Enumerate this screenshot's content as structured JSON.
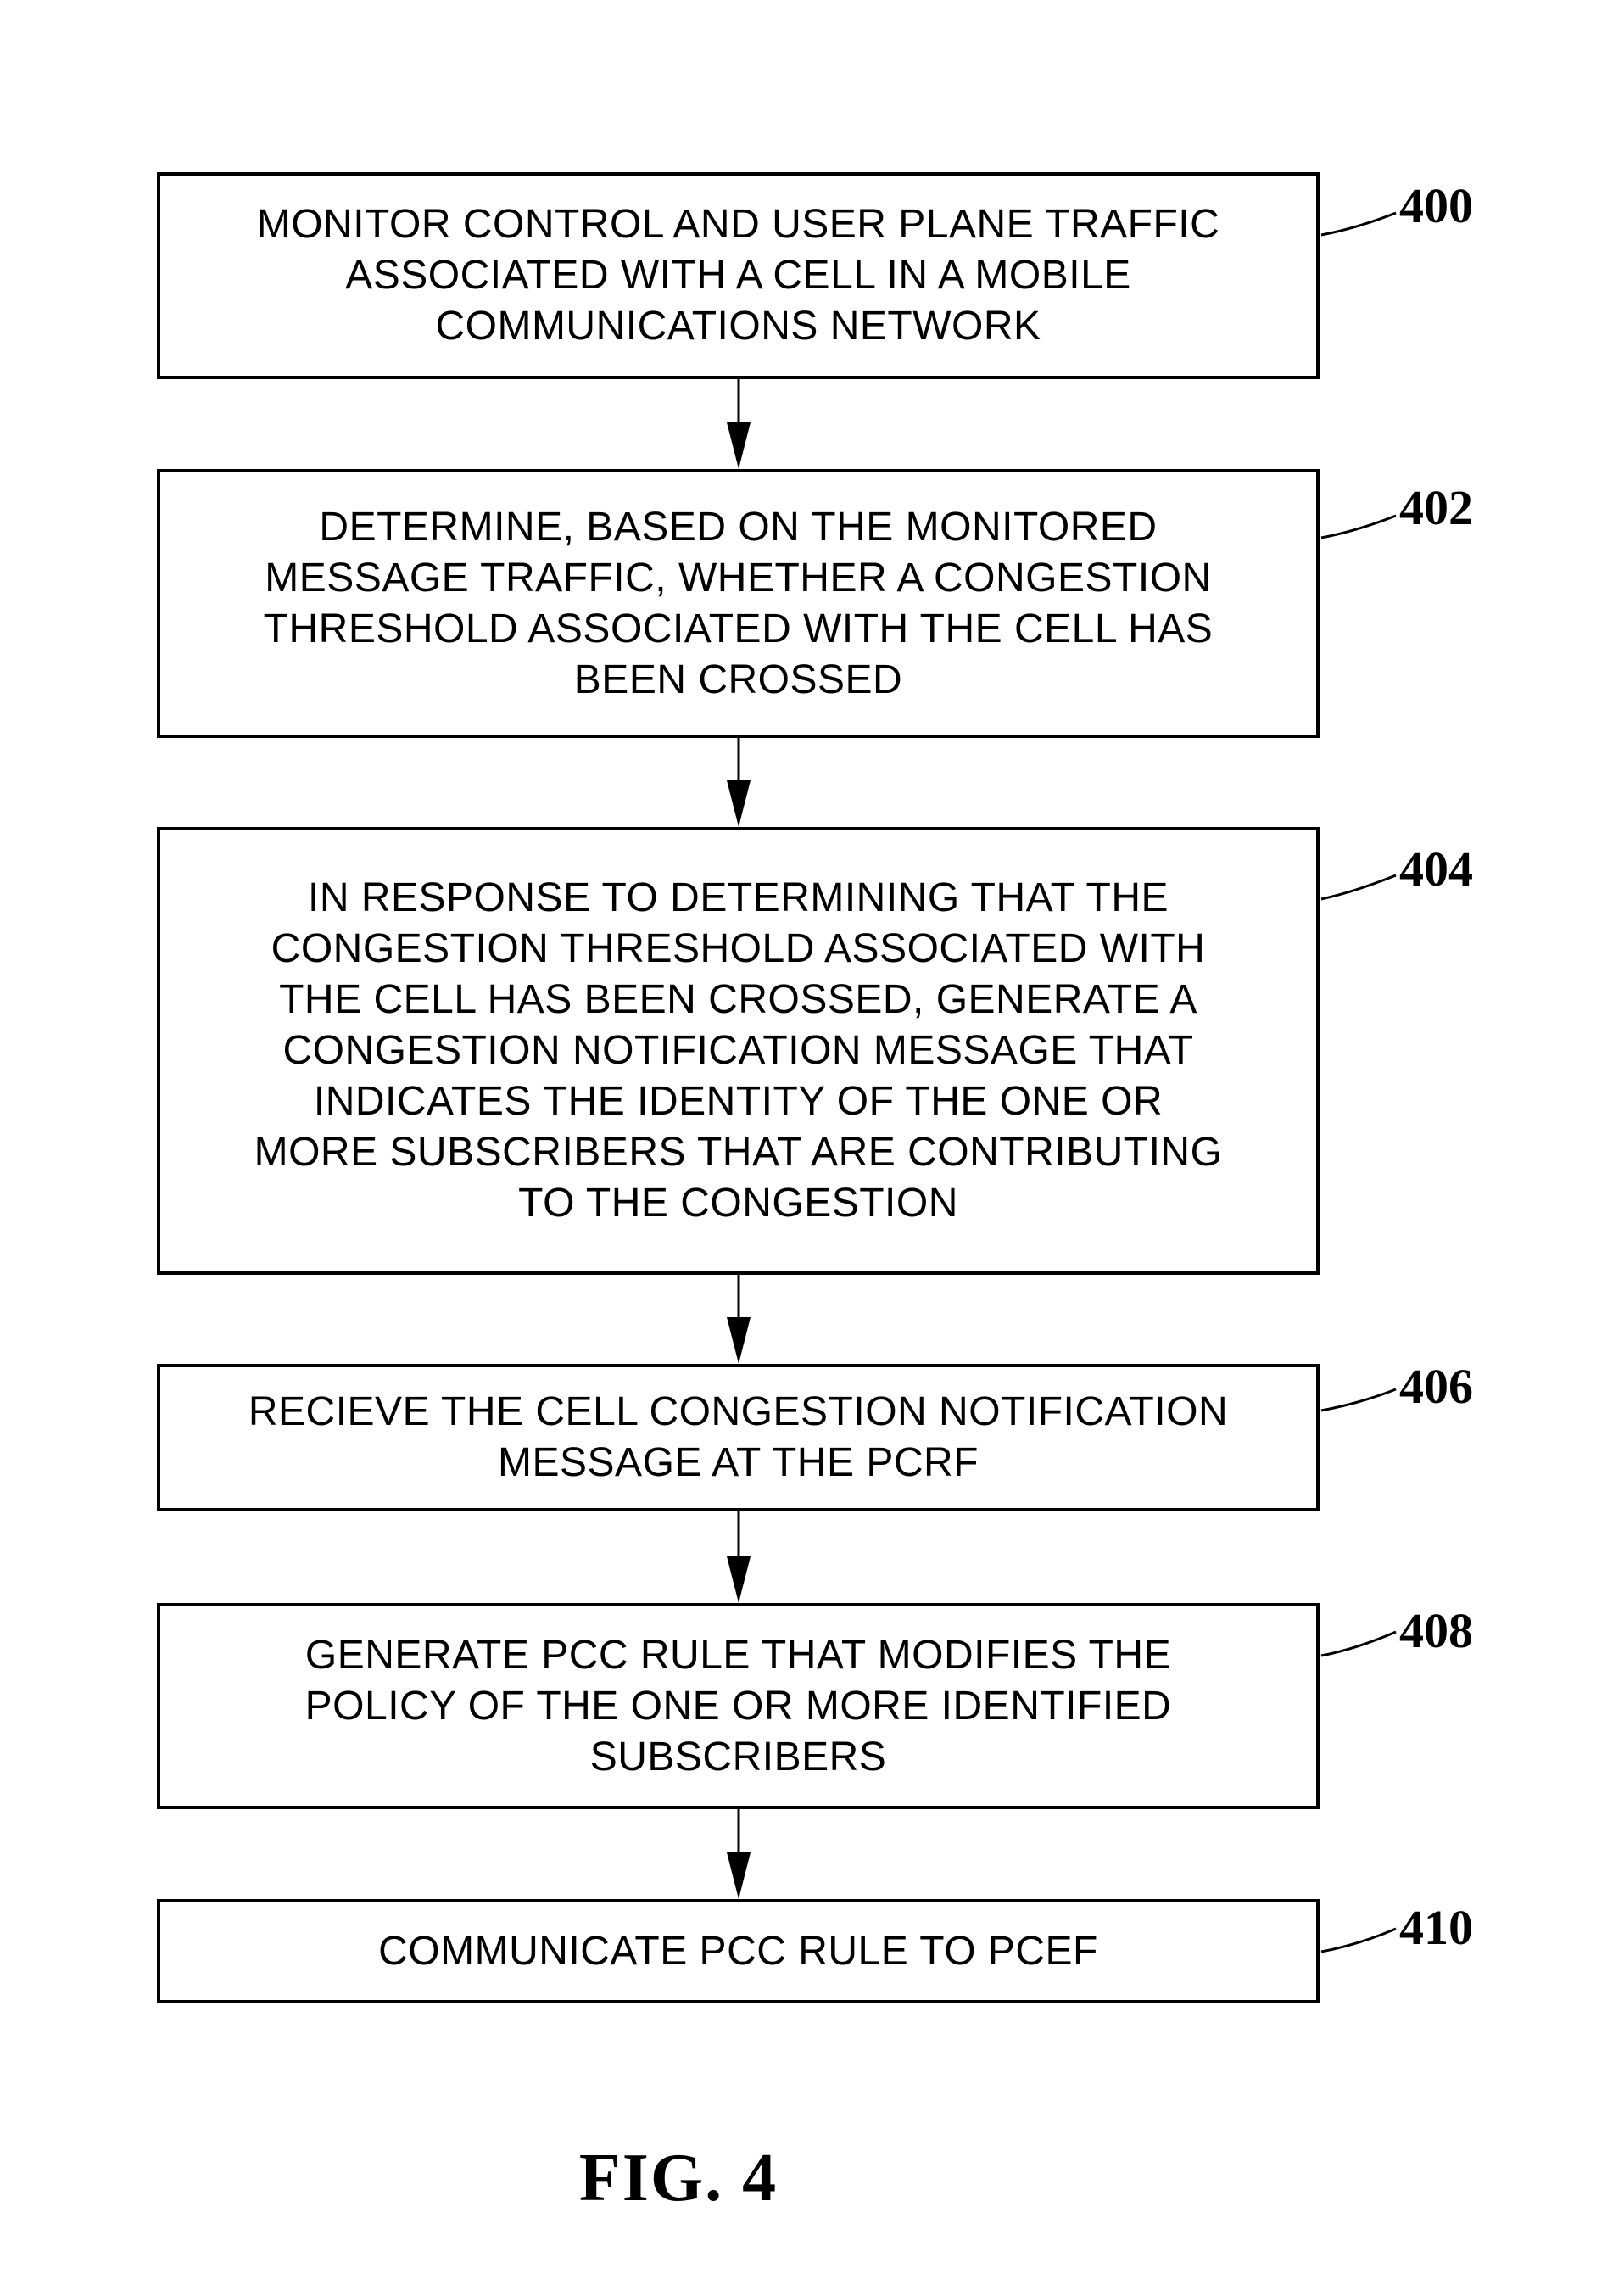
{
  "figure": {
    "caption": "FIG. 4",
    "ink_color": "#000000",
    "paper_color": "#ffffff"
  },
  "flowchart": {
    "boxes": [
      {
        "label": "400",
        "lines": [
          "MONITOR CONTROL AND USER PLANE TRAFFIC",
          "ASSOCIATED WITH A CELL IN A MOBILE",
          "COMMUNICATIONS NETWORK"
        ]
      },
      {
        "label": "402",
        "lines": [
          "DETERMINE, BASED ON THE MONITORED",
          "MESSAGE TRAFFIC, WHETHER A CONGESTION",
          "THRESHOLD ASSOCIATED WITH THE CELL HAS",
          "BEEN CROSSED"
        ]
      },
      {
        "label": "404",
        "lines": [
          "IN RESPONSE TO DETERMINING THAT THE",
          "CONGESTION THRESHOLD ASSOCIATED WITH",
          "THE CELL HAS BEEN CROSSED, GENERATE A",
          "CONGESTION NOTIFICATION MESSAGE THAT",
          "INDICATES THE IDENTITY OF THE ONE OR",
          "MORE SUBSCRIBERS THAT ARE CONTRIBUTING",
          "TO THE CONGESTION"
        ]
      },
      {
        "label": "406",
        "lines": [
          "RECIEVE THE CELL CONGESTION NOTIFICATION",
          "MESSAGE AT THE PCRF"
        ]
      },
      {
        "label": "408",
        "lines": [
          "GENERATE PCC RULE THAT MODIFIES THE",
          "POLICY OF THE ONE OR MORE IDENTIFIED",
          "SUBSCRIBERS"
        ]
      },
      {
        "label": "410",
        "lines": [
          "COMMUNICATE PCC RULE TO PCEF"
        ]
      }
    ]
  }
}
